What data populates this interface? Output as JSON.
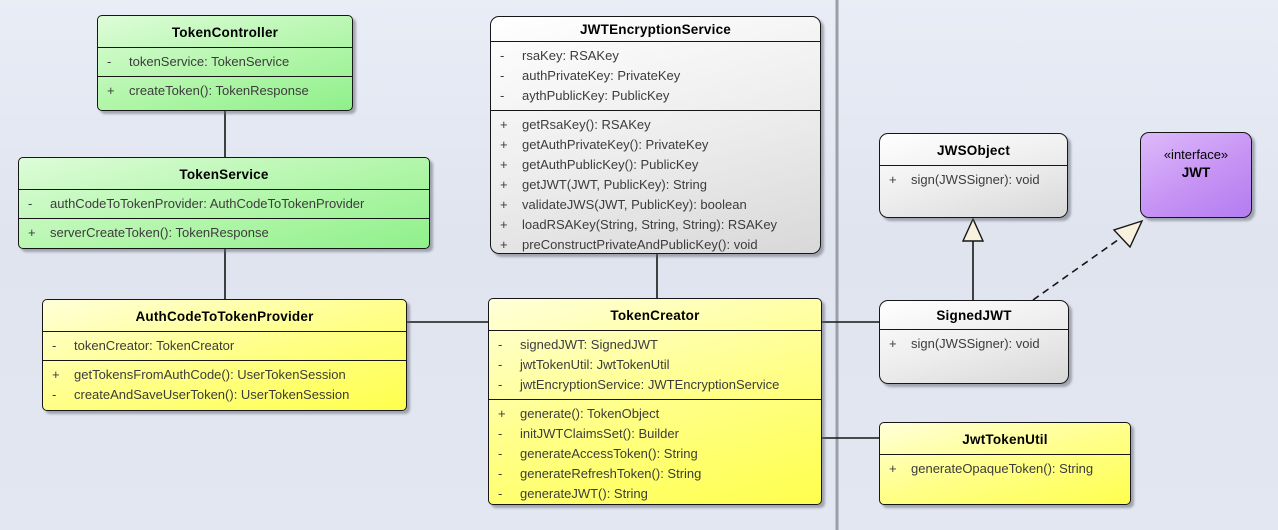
{
  "palette": {
    "background": "#e3e8f1",
    "divider": "#9aa0a8",
    "controller_fill": "#a8f5a0",
    "provider_fill": "#ffff4d",
    "service_fill": "#e0e0e0",
    "interface_fill": "#bb86f2",
    "border": "#161616",
    "arrowhead_fill": "#f8f1dd"
  },
  "classes": [
    {
      "name": "TokenController",
      "attributes": [
        {
          "vis": "-",
          "sig": "tokenService: TokenService"
        }
      ],
      "methods": [
        {
          "vis": "+",
          "sig": "createToken(): TokenResponse"
        }
      ]
    },
    {
      "name": "TokenService",
      "attributes": [
        {
          "vis": "-",
          "sig": "authCodeToTokenProvider: AuthCodeToTokenProvider"
        }
      ],
      "methods": [
        {
          "vis": "+",
          "sig": "serverCreateToken(): TokenResponse"
        }
      ]
    },
    {
      "name": "JWTEncryptionService",
      "attributes": [
        {
          "vis": "-",
          "sig": "rsaKey: RSAKey"
        },
        {
          "vis": "-",
          "sig": "authPrivateKey: PrivateKey"
        },
        {
          "vis": "-",
          "sig": "aythPublicKey: PublicKey"
        }
      ],
      "methods": [
        {
          "vis": "+",
          "sig": "getRsaKey(): RSAKey"
        },
        {
          "vis": "+",
          "sig": "getAuthPrivateKey(): PrivateKey"
        },
        {
          "vis": "+",
          "sig": "getAuthPublicKey(): PublicKey"
        },
        {
          "vis": "+",
          "sig": "getJWT(JWT, PublicKey): String"
        },
        {
          "vis": "+",
          "sig": "validateJWS(JWT, PublicKey): boolean"
        },
        {
          "vis": "+",
          "sig": "loadRSAKey(String, String, String): RSAKey"
        },
        {
          "vis": "+",
          "sig": "preConstructPrivateAndPublicKey(): void"
        }
      ]
    },
    {
      "name": "AuthCodeToTokenProvider",
      "attributes": [
        {
          "vis": "-",
          "sig": "tokenCreator: TokenCreator"
        }
      ],
      "methods": [
        {
          "vis": "+",
          "sig": "getTokensFromAuthCode(): UserTokenSession"
        },
        {
          "vis": "-",
          "sig": "createAndSaveUserToken(): UserTokenSession"
        }
      ]
    },
    {
      "name": "TokenCreator",
      "attributes": [
        {
          "vis": "-",
          "sig": "signedJWT: SignedJWT"
        },
        {
          "vis": "-",
          "sig": "jwtTokenUtil: JwtTokenUtil"
        },
        {
          "vis": "-",
          "sig": "jwtEncryptionService: JWTEncryptionService"
        }
      ],
      "methods": [
        {
          "vis": "+",
          "sig": "generate(): TokenObject"
        },
        {
          "vis": "-",
          "sig": "initJWTClaimsSet(): Builder"
        },
        {
          "vis": "-",
          "sig": "generateAccessToken(): String"
        },
        {
          "vis": "-",
          "sig": "generateRefreshToken(): String"
        },
        {
          "vis": "-",
          "sig": "generateJWT(): String"
        }
      ]
    },
    {
      "name": "JWSObject",
      "methods": [
        {
          "vis": "+",
          "sig": "sign(JWSSigner): void"
        }
      ]
    },
    {
      "name": "JWT",
      "stereotype": "«interface»"
    },
    {
      "name": "SignedJWT",
      "methods": [
        {
          "vis": "+",
          "sig": "sign(JWSSigner): void"
        }
      ]
    },
    {
      "name": "JwtTokenUtil",
      "methods": [
        {
          "vis": "+",
          "sig": "generateOpaqueToken(): String"
        }
      ]
    }
  ],
  "relationships": [
    {
      "from": "TokenController",
      "to": "TokenService",
      "type": "association"
    },
    {
      "from": "TokenService",
      "to": "AuthCodeToTokenProvider",
      "type": "association"
    },
    {
      "from": "AuthCodeToTokenProvider",
      "to": "TokenCreator",
      "type": "association"
    },
    {
      "from": "JWTEncryptionService",
      "to": "TokenCreator",
      "type": "association"
    },
    {
      "from": "TokenCreator",
      "to": "SignedJWT",
      "type": "association"
    },
    {
      "from": "TokenCreator",
      "to": "JwtTokenUtil",
      "type": "association"
    },
    {
      "from": "SignedJWT",
      "to": "JWSObject",
      "type": "generalization"
    },
    {
      "from": "SignedJWT",
      "to": "JWT",
      "type": "realization"
    }
  ]
}
